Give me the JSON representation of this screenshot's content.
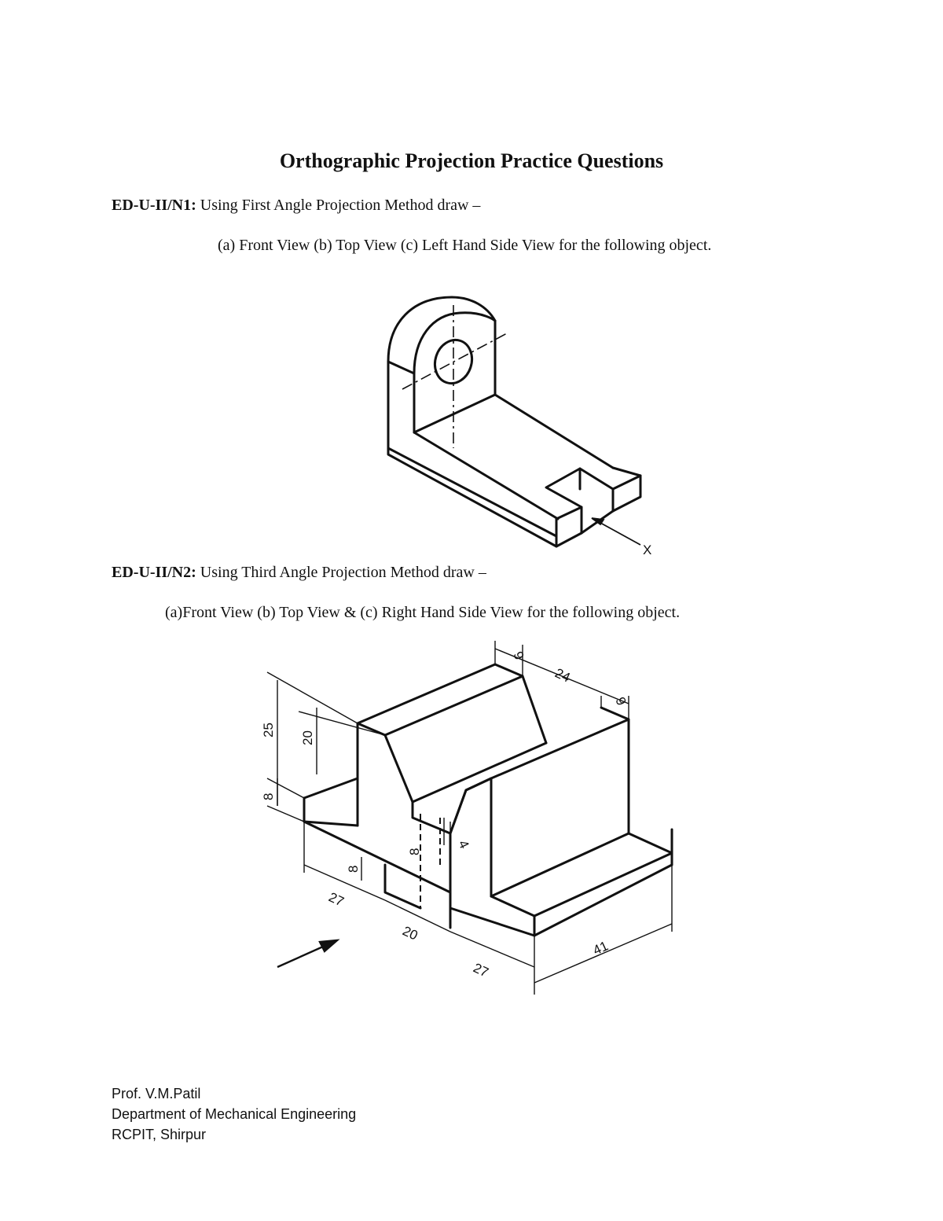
{
  "title": "Orthographic Projection Practice Questions",
  "questions": [
    {
      "code": "ED-U-II/N1:",
      "text": " Using First Angle Projection Method draw –",
      "views": "(a)  Front View    (b) Top View   (c) Left Hand Side View for the following object."
    },
    {
      "code": "ED-U-II/N2:",
      "text": " Using Third Angle Projection Method draw –",
      "views": "(a)Front View (b) Top View & (c) Right Hand Side View for the following object."
    }
  ],
  "figure1": {
    "direction_label": "X"
  },
  "figure2": {
    "dimensions": [
      "9",
      "24",
      "9",
      "25",
      "20",
      "8",
      "8",
      "4",
      "8",
      "27",
      "20",
      "27",
      "41"
    ]
  },
  "footer": {
    "author": "Prof. V.M.Patil",
    "department": "Department of Mechanical Engineering",
    "institute": "RCPIT, Shirpur"
  }
}
